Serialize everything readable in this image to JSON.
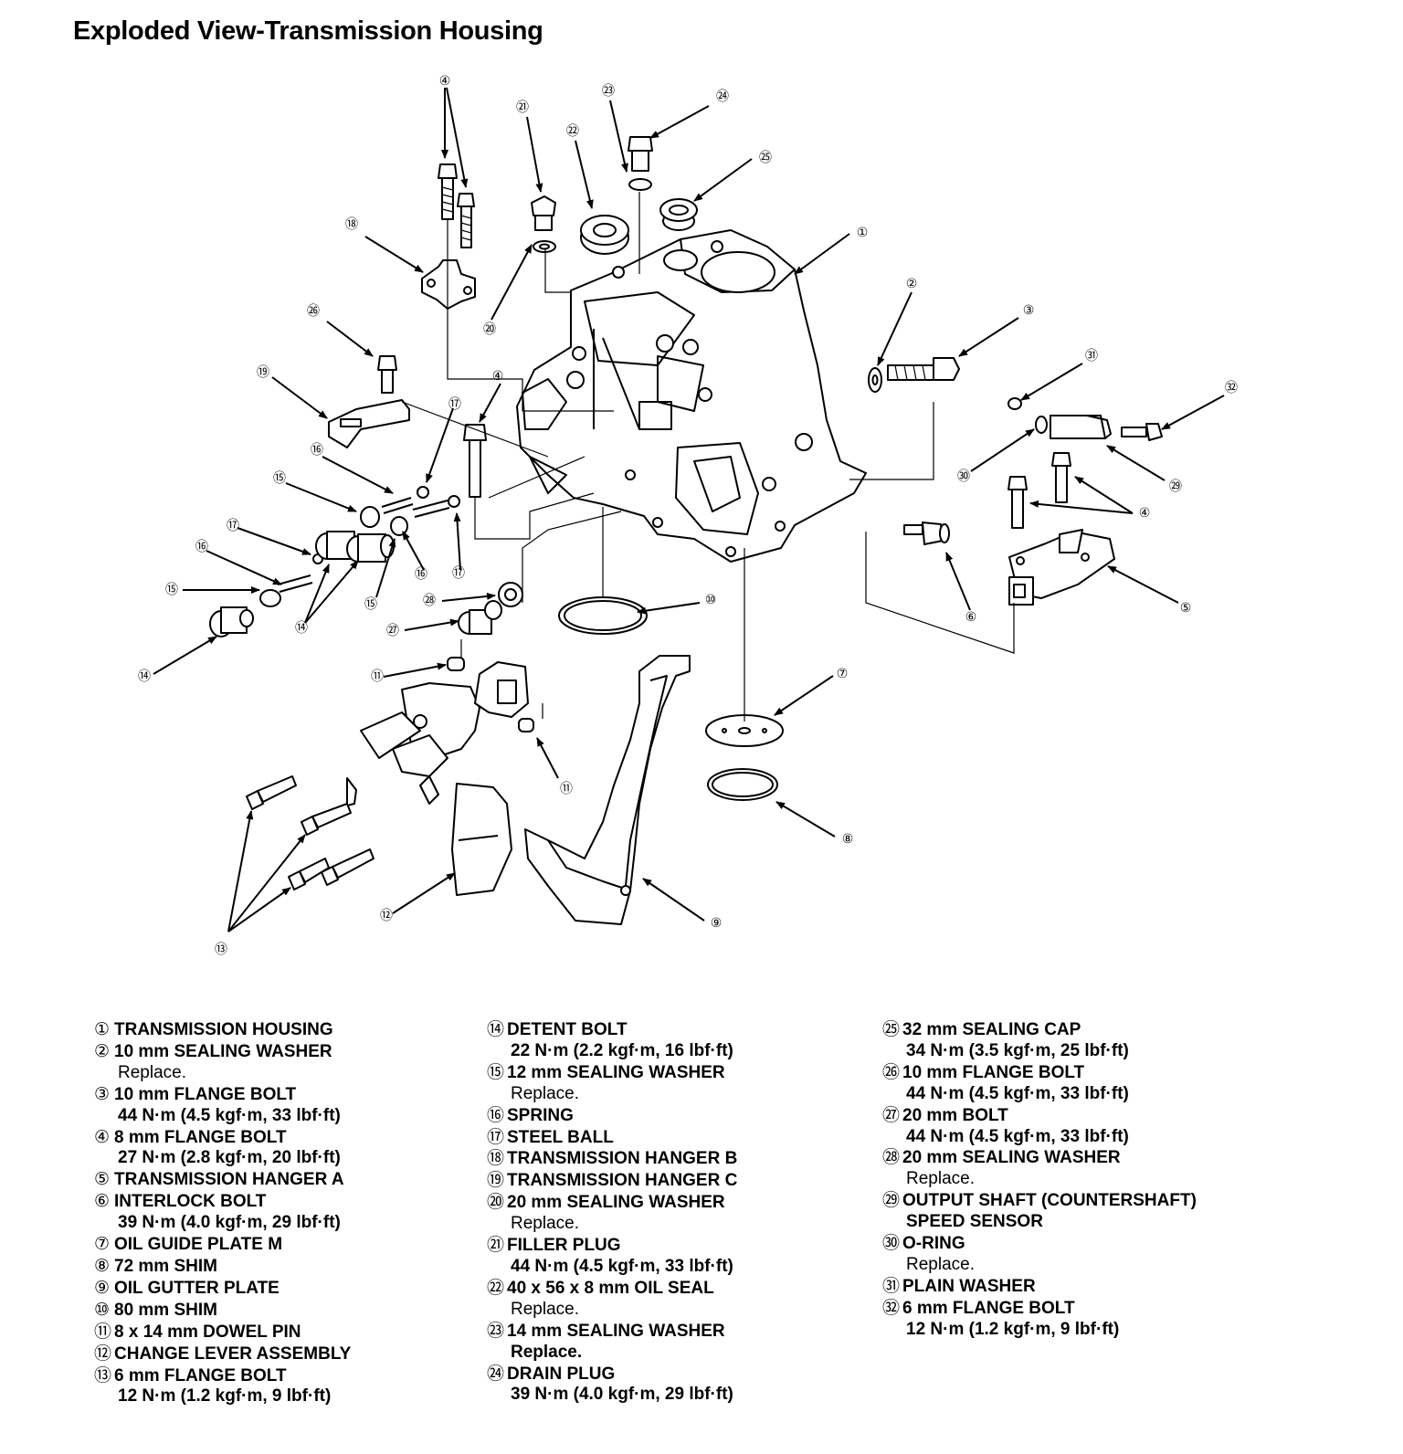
{
  "title": "Exploded View-Transmission Housing",
  "callouts": [
    {
      "n": 1,
      "mark": "①"
    },
    {
      "n": 2,
      "mark": "②"
    },
    {
      "n": 3,
      "mark": "③"
    },
    {
      "n": 4,
      "mark": "④"
    },
    {
      "n": 5,
      "mark": "⑤"
    },
    {
      "n": 6,
      "mark": "⑥"
    },
    {
      "n": 7,
      "mark": "⑦"
    },
    {
      "n": 8,
      "mark": "⑧"
    },
    {
      "n": 9,
      "mark": "⑨"
    },
    {
      "n": 10,
      "mark": "⑩"
    },
    {
      "n": 11,
      "mark": "⑪"
    },
    {
      "n": 12,
      "mark": "⑫"
    },
    {
      "n": 13,
      "mark": "⑬"
    },
    {
      "n": 14,
      "mark": "⑭"
    },
    {
      "n": 15,
      "mark": "⑮"
    },
    {
      "n": 16,
      "mark": "⑯"
    },
    {
      "n": 17,
      "mark": "⑰"
    },
    {
      "n": 18,
      "mark": "⑱"
    },
    {
      "n": 19,
      "mark": "⑲"
    },
    {
      "n": 20,
      "mark": "⑳"
    },
    {
      "n": 21,
      "mark": "㉑"
    },
    {
      "n": 22,
      "mark": "㉒"
    },
    {
      "n": 23,
      "mark": "㉓"
    },
    {
      "n": 24,
      "mark": "㉔"
    },
    {
      "n": 25,
      "mark": "㉕"
    },
    {
      "n": 26,
      "mark": "㉖"
    },
    {
      "n": 27,
      "mark": "㉗"
    },
    {
      "n": 28,
      "mark": "㉘"
    },
    {
      "n": 29,
      "mark": "㉙"
    },
    {
      "n": 30,
      "mark": "㉚"
    },
    {
      "n": 31,
      "mark": "㉛"
    },
    {
      "n": 32,
      "mark": "㉜"
    }
  ],
  "legend": {
    "col1": [
      {
        "num": "①",
        "name": "TRANSMISSION HOUSING"
      },
      {
        "num": "②",
        "name": "10 mm SEALING WASHER",
        "note": "Replace."
      },
      {
        "num": "③",
        "name": "10 mm FLANGE BOLT",
        "note": "44 N·m (4.5 kgf·m, 33 lbf·ft)",
        "note_bold": true
      },
      {
        "num": "④",
        "name": "8 mm FLANGE BOLT",
        "note": "27 N·m (2.8 kgf·m, 20 lbf·ft)",
        "note_bold": true
      },
      {
        "num": "⑤",
        "name": "TRANSMISSION HANGER A"
      },
      {
        "num": "⑥",
        "name": "INTERLOCK BOLT",
        "note": "39 N·m (4.0 kgf·m, 29 lbf·ft)",
        "note_bold": true
      },
      {
        "num": "⑦",
        "name": "OIL GUIDE PLATE M"
      },
      {
        "num": "⑧",
        "name": "72 mm SHIM"
      },
      {
        "num": "⑨",
        "name": "OIL GUTTER PLATE"
      },
      {
        "num": "⑩",
        "name": "80 mm SHIM"
      },
      {
        "num": "⑪",
        "name": "8 x 14 mm DOWEL PIN"
      },
      {
        "num": "⑫",
        "name": "CHANGE LEVER ASSEMBLY"
      },
      {
        "num": "⑬",
        "name": "6 mm FLANGE BOLT",
        "note": "12 N·m (1.2 kgf·m, 9 lbf·ft)",
        "note_bold": true
      }
    ],
    "col2": [
      {
        "num": "⑭",
        "name": "DETENT BOLT",
        "note": "22 N·m (2.2 kgf·m, 16 lbf·ft)",
        "note_bold": true
      },
      {
        "num": "⑮",
        "name": "12 mm SEALING WASHER",
        "note": "Replace."
      },
      {
        "num": "⑯",
        "name": "SPRING"
      },
      {
        "num": "⑰",
        "name": "STEEL BALL"
      },
      {
        "num": "⑱",
        "name": "TRANSMISSION HANGER B"
      },
      {
        "num": "⑲",
        "name": "TRANSMISSION HANGER C"
      },
      {
        "num": "⑳",
        "name": "20 mm SEALING WASHER",
        "note": "Replace."
      },
      {
        "num": "㉑",
        "name": "FILLER PLUG",
        "note": "44 N·m (4.5 kgf·m, 33 lbf·ft)",
        "note_bold": true
      },
      {
        "num": "㉒",
        "name": "40 x 56 x 8 mm OIL SEAL",
        "note": "Replace."
      },
      {
        "num": "㉓",
        "name": "14 mm SEALING WASHER",
        "note": "Replace.",
        "note_bold": true
      },
      {
        "num": "㉔",
        "name": "DRAIN PLUG",
        "note": "39 N·m (4.0 kgf·m, 29 lbf·ft)",
        "note_bold": true
      }
    ],
    "col3": [
      {
        "num": "㉕",
        "name": "32 mm SEALING CAP",
        "note": "34 N·m (3.5 kgf·m, 25 lbf·ft)",
        "note_bold": true
      },
      {
        "num": "㉖",
        "name": "10 mm FLANGE BOLT",
        "note": "44 N·m (4.5 kgf·m, 33 lbf·ft)",
        "note_bold": true
      },
      {
        "num": "㉗",
        "name": "20 mm BOLT",
        "note": "44 N·m (4.5 kgf·m, 33 lbf·ft)",
        "note_bold": true
      },
      {
        "num": "㉘",
        "name": "20 mm SEALING WASHER",
        "note": "Replace."
      },
      {
        "num": "㉙",
        "name": "OUTPUT SHAFT (COUNTERSHAFT)",
        "note": "SPEED SENSOR",
        "note_bold": true
      },
      {
        "num": "㉚",
        "name": "O-RING",
        "note": "Replace."
      },
      {
        "num": "㉛",
        "name": "PLAIN WASHER"
      },
      {
        "num": "㉜",
        "name": "6 mm FLANGE BOLT",
        "note": "12 N·m (1.2 kgf·m, 9 lbf·ft)",
        "note_bold": true
      }
    ]
  }
}
